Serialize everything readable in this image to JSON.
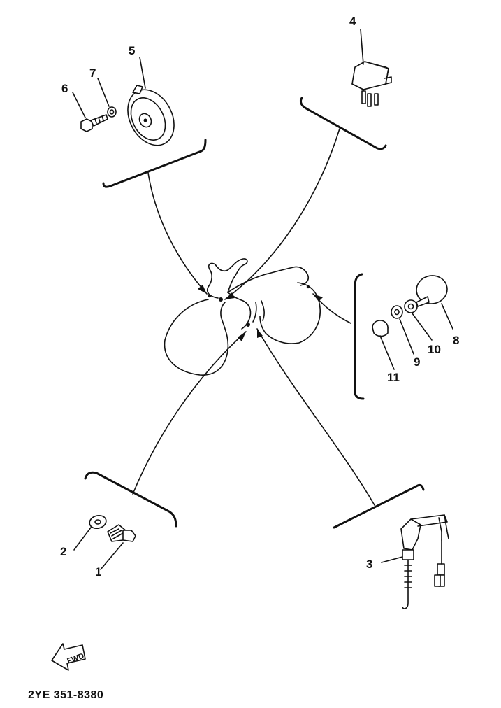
{
  "diagram_code": "2YE 351-8380",
  "fwd_label": "FWD",
  "callouts": {
    "p1": "1",
    "p2": "2",
    "p3": "3",
    "p4": "4",
    "p5": "5",
    "p6": "6",
    "p7": "7",
    "p8": "8",
    "p9": "9",
    "p10": "10",
    "p11": "11"
  },
  "colors": {
    "ink": "#111111",
    "background": "#ffffff"
  }
}
